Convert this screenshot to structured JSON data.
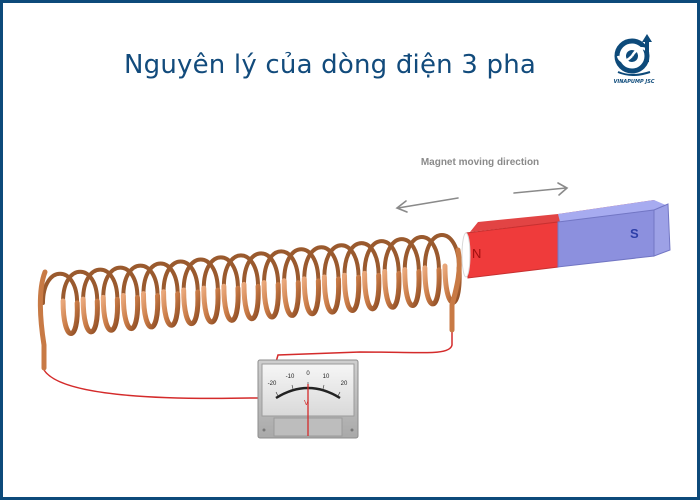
{
  "page": {
    "title": "Nguyên lý của dòng điện 3 pha",
    "logo_text": "VINAPUMP JSC"
  },
  "diagram": {
    "direction_label": "Magnet moving direction",
    "magnet": {
      "north_label": "N",
      "south_label": "S"
    },
    "meter": {
      "ticks": [
        "-20",
        "-10",
        "0",
        "10",
        "20"
      ],
      "unit": "V"
    },
    "colors": {
      "border": "#0d4a7a",
      "title": "#124b7c",
      "copper": "#c87a45",
      "wire": "#d42b2b",
      "magnet_north": "#ef3b3b",
      "magnet_south": "#8c90de"
    }
  }
}
